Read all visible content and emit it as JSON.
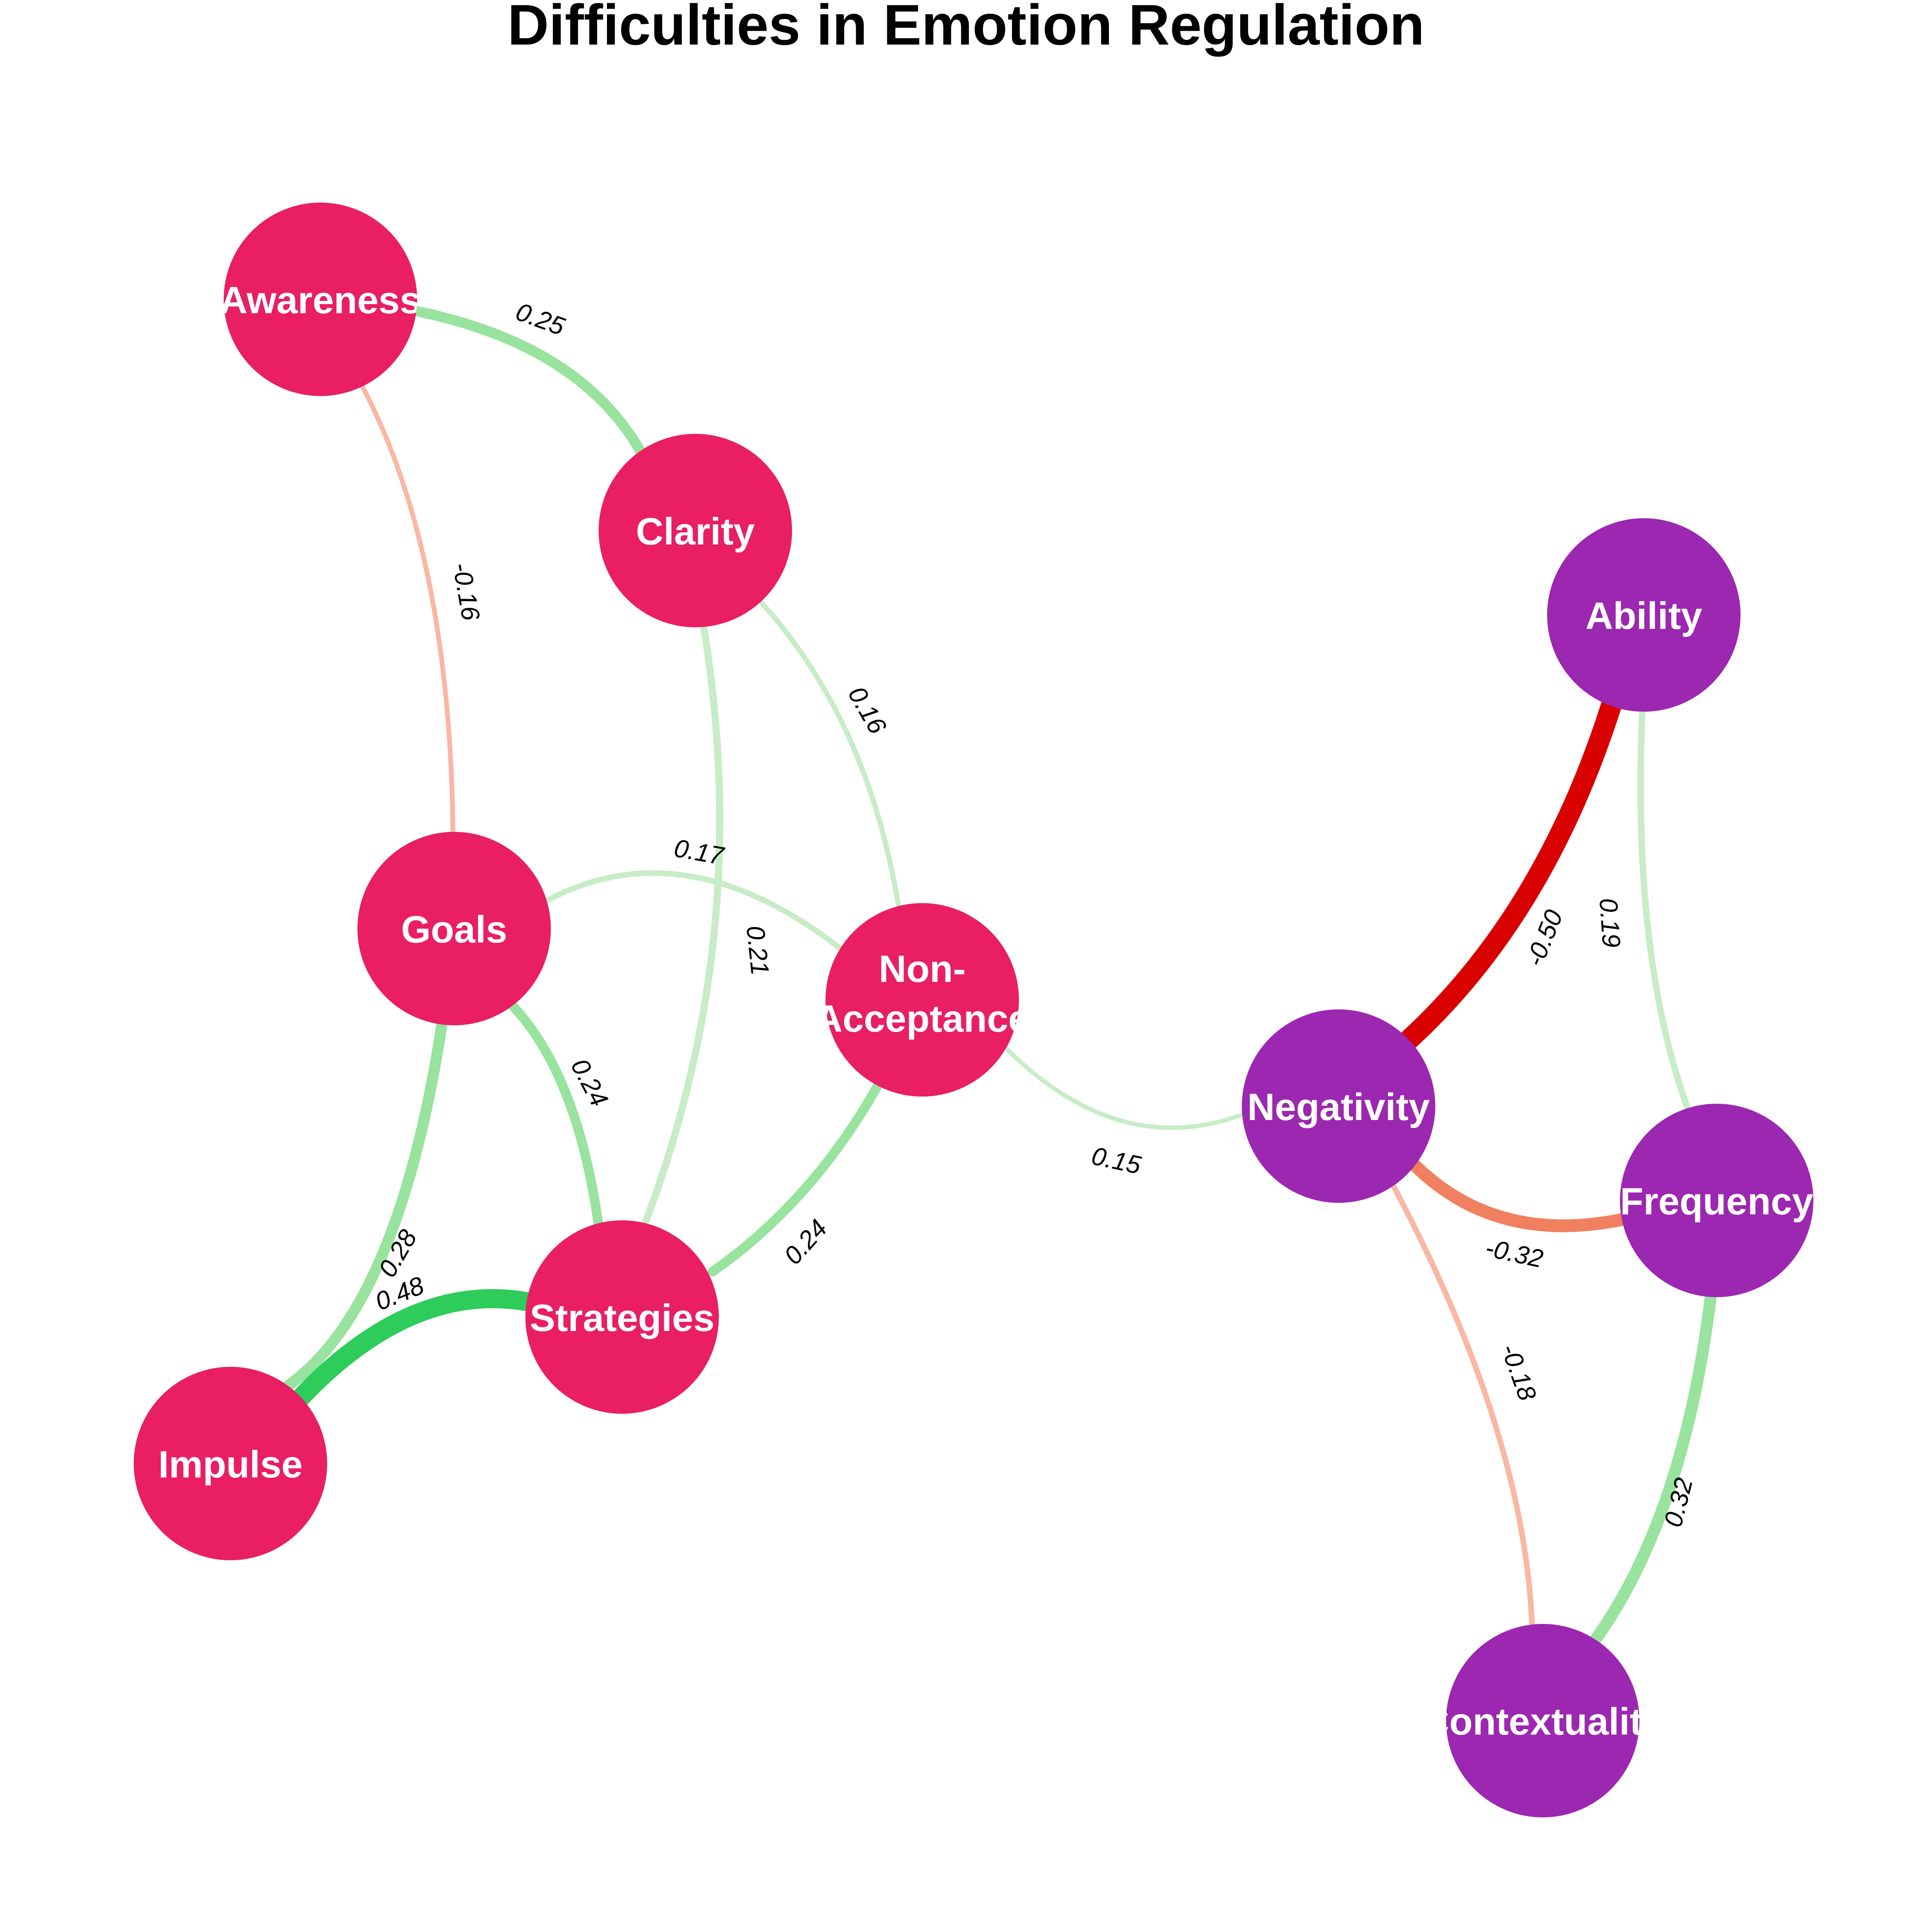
{
  "title": "Difficulties in Emotion Regulation",
  "colors": {
    "group_ders": "#e91e63",
    "group_other": "#9c27b0",
    "edge_pos_weak": "#c7ecc7",
    "edge_pos_medium": "#98e39e",
    "edge_pos_strong": "#2ecc5a",
    "edge_neg_weak": "#f9b7a4",
    "edge_neg_medium": "#f08060",
    "edge_neg_strong": "#d90000"
  },
  "nodes": [
    {
      "id": "awareness",
      "label": "Awareness",
      "group": "ders"
    },
    {
      "id": "clarity",
      "label": "Clarity",
      "group": "ders"
    },
    {
      "id": "goals",
      "label": "Goals",
      "group": "ders"
    },
    {
      "id": "nonacceptance",
      "label_lines": [
        "Non-",
        "Acceptance"
      ],
      "group": "ders"
    },
    {
      "id": "strategies",
      "label": "Strategies",
      "group": "ders"
    },
    {
      "id": "impulse",
      "label": "Impulse",
      "group": "ders"
    },
    {
      "id": "ability",
      "label": "Ability",
      "group": "other"
    },
    {
      "id": "negativity",
      "label": "Negativity",
      "group": "other"
    },
    {
      "id": "frequency",
      "label": "Frequency",
      "group": "other"
    },
    {
      "id": "contextuality",
      "label": "Contextuality",
      "group": "other"
    }
  ],
  "edges": [
    {
      "from": "awareness",
      "to": "clarity",
      "weight": 0.25,
      "label": "0.25"
    },
    {
      "from": "awareness",
      "to": "goals",
      "weight": -0.16,
      "label": "-0.16"
    },
    {
      "from": "clarity",
      "to": "nonacceptance",
      "weight": 0.16,
      "label": "0.16"
    },
    {
      "from": "clarity",
      "to": "strategies",
      "weight": 0.21,
      "label": "0.21"
    },
    {
      "from": "goals",
      "to": "nonacceptance",
      "weight": 0.17,
      "label": "0.17"
    },
    {
      "from": "goals",
      "to": "strategies",
      "weight": 0.24,
      "label": "0.24"
    },
    {
      "from": "goals",
      "to": "impulse",
      "weight": 0.28,
      "label": "0.28"
    },
    {
      "from": "impulse",
      "to": "strategies",
      "weight": 0.48,
      "label": "0.48"
    },
    {
      "from": "nonacceptance",
      "to": "strategies",
      "weight": 0.24,
      "label": "0.24"
    },
    {
      "from": "nonacceptance",
      "to": "negativity",
      "weight": 0.15,
      "label": "0.15"
    },
    {
      "from": "ability",
      "to": "negativity",
      "weight": -0.5,
      "label": "-0.50"
    },
    {
      "from": "ability",
      "to": "frequency",
      "weight": 0.19,
      "label": "0.19"
    },
    {
      "from": "negativity",
      "to": "frequency",
      "weight": -0.32,
      "label": "-0.32"
    },
    {
      "from": "negativity",
      "to": "contextuality",
      "weight": -0.18,
      "label": "-0.18"
    },
    {
      "from": "frequency",
      "to": "contextuality",
      "weight": 0.32,
      "label": "0.32"
    }
  ]
}
